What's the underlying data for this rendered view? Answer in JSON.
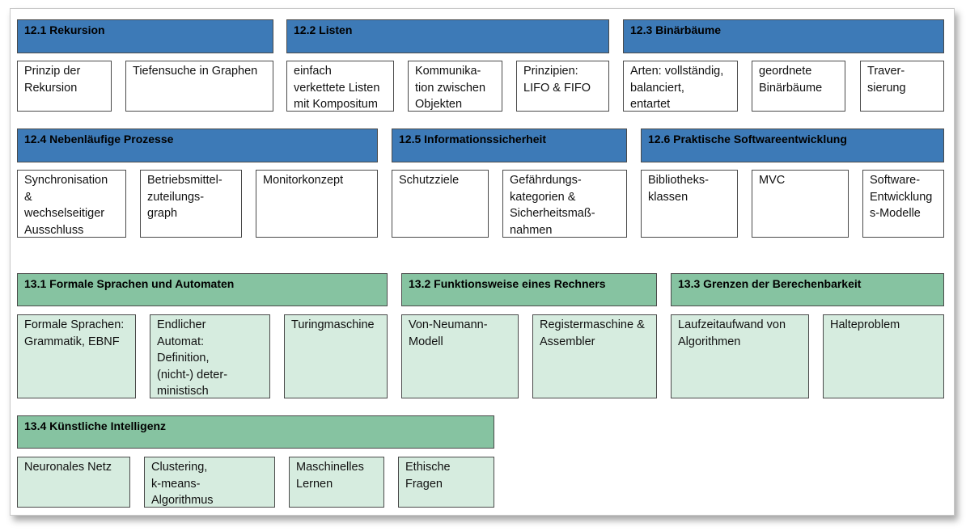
{
  "colors": {
    "blue_header": "#3d7ab7",
    "green_header": "#86c3a1",
    "green_box": "#d6ecdf",
    "white_box": "#ffffff"
  },
  "s12_1": {
    "title": "12.1 Rekursion",
    "items": [
      "Prinzip der\nRekursion",
      "Tiefensuche in Graphen"
    ]
  },
  "s12_2": {
    "title": "12.2 Listen",
    "items": [
      "einfach\nverkettete Listen\nmit Kompositum",
      "Kommunika-\ntion zwischen\nObjekten",
      "Prinzipien:\nLIFO & FIFO"
    ]
  },
  "s12_3": {
    "title": "12.3 Binärbäume",
    "items": [
      "Arten: vollständig,\nbalanciert,\nentartet",
      "geordnete\nBinärbäume",
      "Traver-\nsierung"
    ]
  },
  "s12_4": {
    "title": "12.4 Nebenläufige Prozesse",
    "items": [
      "Synchronisation\n&\nwechselseitiger\nAusschluss",
      "Betriebsmittel-\nzuteilungs-\ngraph",
      "Monitorkonzept"
    ]
  },
  "s12_5": {
    "title": "12.5 Informationssicherheit",
    "items": [
      "Schutzziele",
      "Gefährdungs-\nkategorien &\nSicherheitsmaß-\nnahmen"
    ]
  },
  "s12_6": {
    "title": "12.6 Praktische Softwareentwicklung",
    "items": [
      "Bibliotheks-\nklassen",
      "MVC",
      "Software-\nEntwicklung\ns-Modelle"
    ]
  },
  "s13_1": {
    "title": "13.1 Formale Sprachen und Automaten",
    "items": [
      "Formale Sprachen:\nGrammatik, EBNF",
      "Endlicher\nAutomat:\nDefinition,\n(nicht-) deter-\nministisch",
      "Turingmaschine"
    ]
  },
  "s13_2": {
    "title": "13.2 Funktionsweise eines Rechners",
    "items": [
      "Von-Neumann-\nModell",
      "Registermaschine &\nAssembler"
    ]
  },
  "s13_3": {
    "title": "13.3 Grenzen der Berechenbarkeit",
    "items": [
      "Laufzeitaufwand von\nAlgorithmen",
      "Halteproblem"
    ]
  },
  "s13_4": {
    "title": "13.4 Künstliche Intelligenz",
    "items": [
      "Neuronales Netz",
      "Clustering,\nk-means-\nAlgorithmus",
      "Maschinelles\nLernen",
      "Ethische\nFragen"
    ]
  }
}
